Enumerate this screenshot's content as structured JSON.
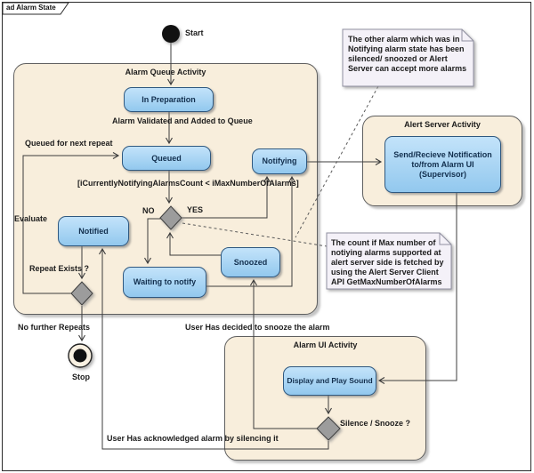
{
  "frame": {
    "tab_label": "ad Alarm State"
  },
  "colors": {
    "container_fill": "#F8EEDC",
    "state_fill": "#A8D4F3",
    "state_border": "#2f587f",
    "note_fill": "#F4F1F8",
    "decision_fill": "#9c9c9c",
    "edge": "#3c3c3c"
  },
  "containers": {
    "alarm_queue": {
      "title": "Alarm Queue Activity"
    },
    "alert_server": {
      "title": "Alert Server Activity"
    },
    "alarm_ui": {
      "title": "Alarm UI Activity"
    }
  },
  "states": {
    "in_preparation": {
      "label": "In Preparation"
    },
    "queued": {
      "label": "Queued"
    },
    "notifying": {
      "label": "Notifying"
    },
    "notified": {
      "label": "Notified"
    },
    "waiting_to_notify": {
      "label": "Waiting to notify"
    },
    "snoozed": {
      "label": "Snoozed"
    },
    "send_receive": {
      "label": "Send/Recieve Notification to/from Alarm UI (Supervisor)"
    },
    "display_play_sound": {
      "label": "Display and Play Sound"
    }
  },
  "nodes": {
    "start": {
      "label": "Start"
    },
    "stop": {
      "label": "Stop"
    }
  },
  "labels": {
    "alarm_validated": "Alarm Validated and Added to Queue",
    "queued_next_repeat": "Queued for next repeat",
    "guard": "[iCurrentlyNotifyingAlarmsCount < iMaxNumberOfAlarms]",
    "no": "NO",
    "yes": "YES",
    "evaluate": "Evaluate",
    "repeat_exists": "Repeat Exists ?",
    "no_further_repeats": "No further Repeats",
    "user_snooze": "User Has decided to snooze the alarm",
    "user_silence": "User Has acknowledged alarm by silencing it",
    "silence_snooze": "Silence / Snooze ?"
  },
  "notes": {
    "note1": {
      "text": "The other alarm which was in Notifying alarm state has been silenced/ snoozed or Alert Server can accept more alarms"
    },
    "note2": {
      "text": "The count if Max number of notiying alarms supported at alert server side is fetched by using the Alert Server Client API GetMaxNumberOfAlarms"
    }
  }
}
